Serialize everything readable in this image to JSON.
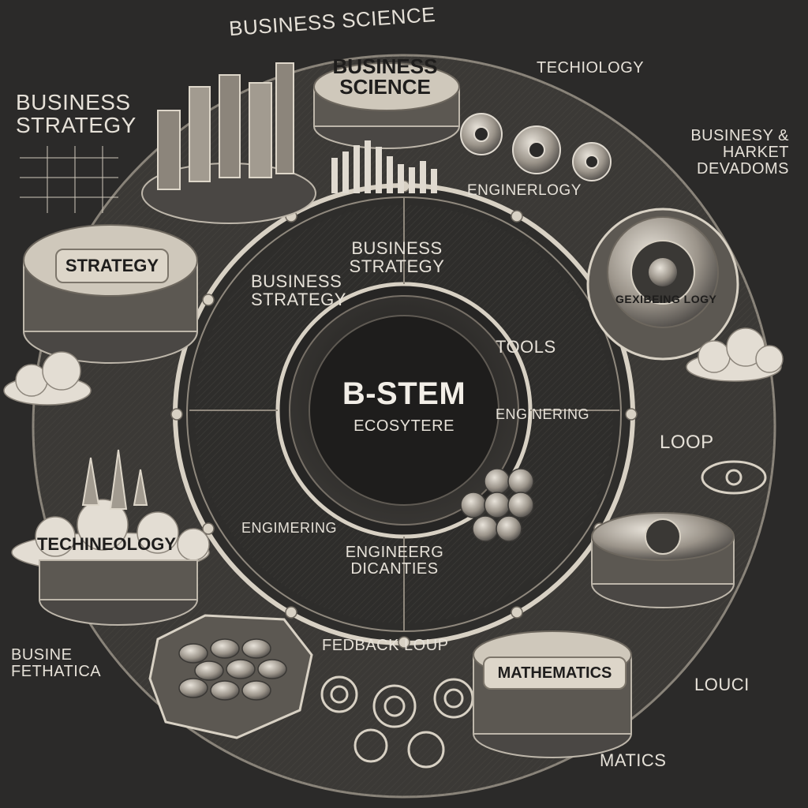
{
  "labels": {
    "outer_arc_title": "BUSINESS SCIENCE",
    "top_left": "BUSINESS STRATEGY",
    "top_center_plaque": "BUSINESS SCIENCE",
    "top_right": "TECHIOLOGY",
    "right_top": "BUSINESY & HARKET DEVADOMS",
    "engine_text": "ENGINERLOGY",
    "strategy_plaque": "STRATEGY",
    "ring_business_strategy_left": "BUSINESS STRATEGY",
    "ring_business_strategy_top": "BUSINESS STRATEGY",
    "tools": "TOOLS",
    "engineering_right": "ENGINERING",
    "center_title": "B-STEM",
    "center_subtitle": "ECOSYTERE",
    "gear_badge": "GEXIBEING LOGY",
    "loop": "LOOP",
    "technology_plaque": "TECHINEOLOGY",
    "engineering_lower": "ENGIMERING",
    "engineering_dicanties": "ENGINEERG DICANTIES",
    "feedback_loop": "FEDBACK LOUP",
    "mathematics_plaque": "MATHEMATICS",
    "bottom_left": "BUSINE FETHATICA",
    "bottom_right_louci": "LOUCI",
    "bottom_right_matics": "MATICS"
  },
  "colors": {
    "background": "#2b2a29",
    "ink_light": "#e6e1d8",
    "plaque": "#ddd6c9",
    "metal": "#8c857b",
    "dark_metal": "#4a4744"
  }
}
